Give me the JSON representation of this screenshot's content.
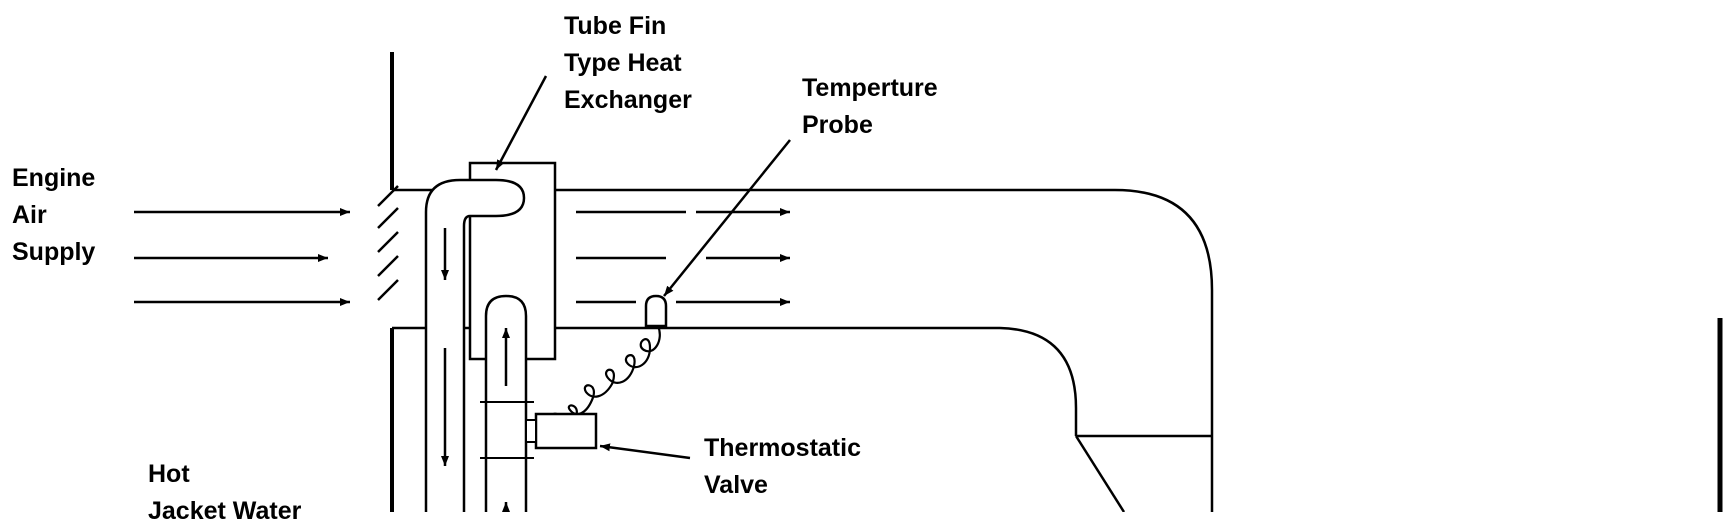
{
  "diagram": {
    "labels": {
      "heat_exchanger": [
        "Tube Fin",
        "Type Heat",
        "Exchanger"
      ],
      "temperature_probe": [
        "Temperture",
        "Probe"
      ],
      "air_supply": [
        "Engine",
        "Air",
        "Supply"
      ],
      "thermostatic_valve": [
        "Thermostatic",
        "Valve"
      ],
      "hot_jacket_water": [
        "Hot",
        "Jacket Water"
      ]
    },
    "colors": {
      "line": "#000000",
      "background": "#ffffff"
    }
  }
}
